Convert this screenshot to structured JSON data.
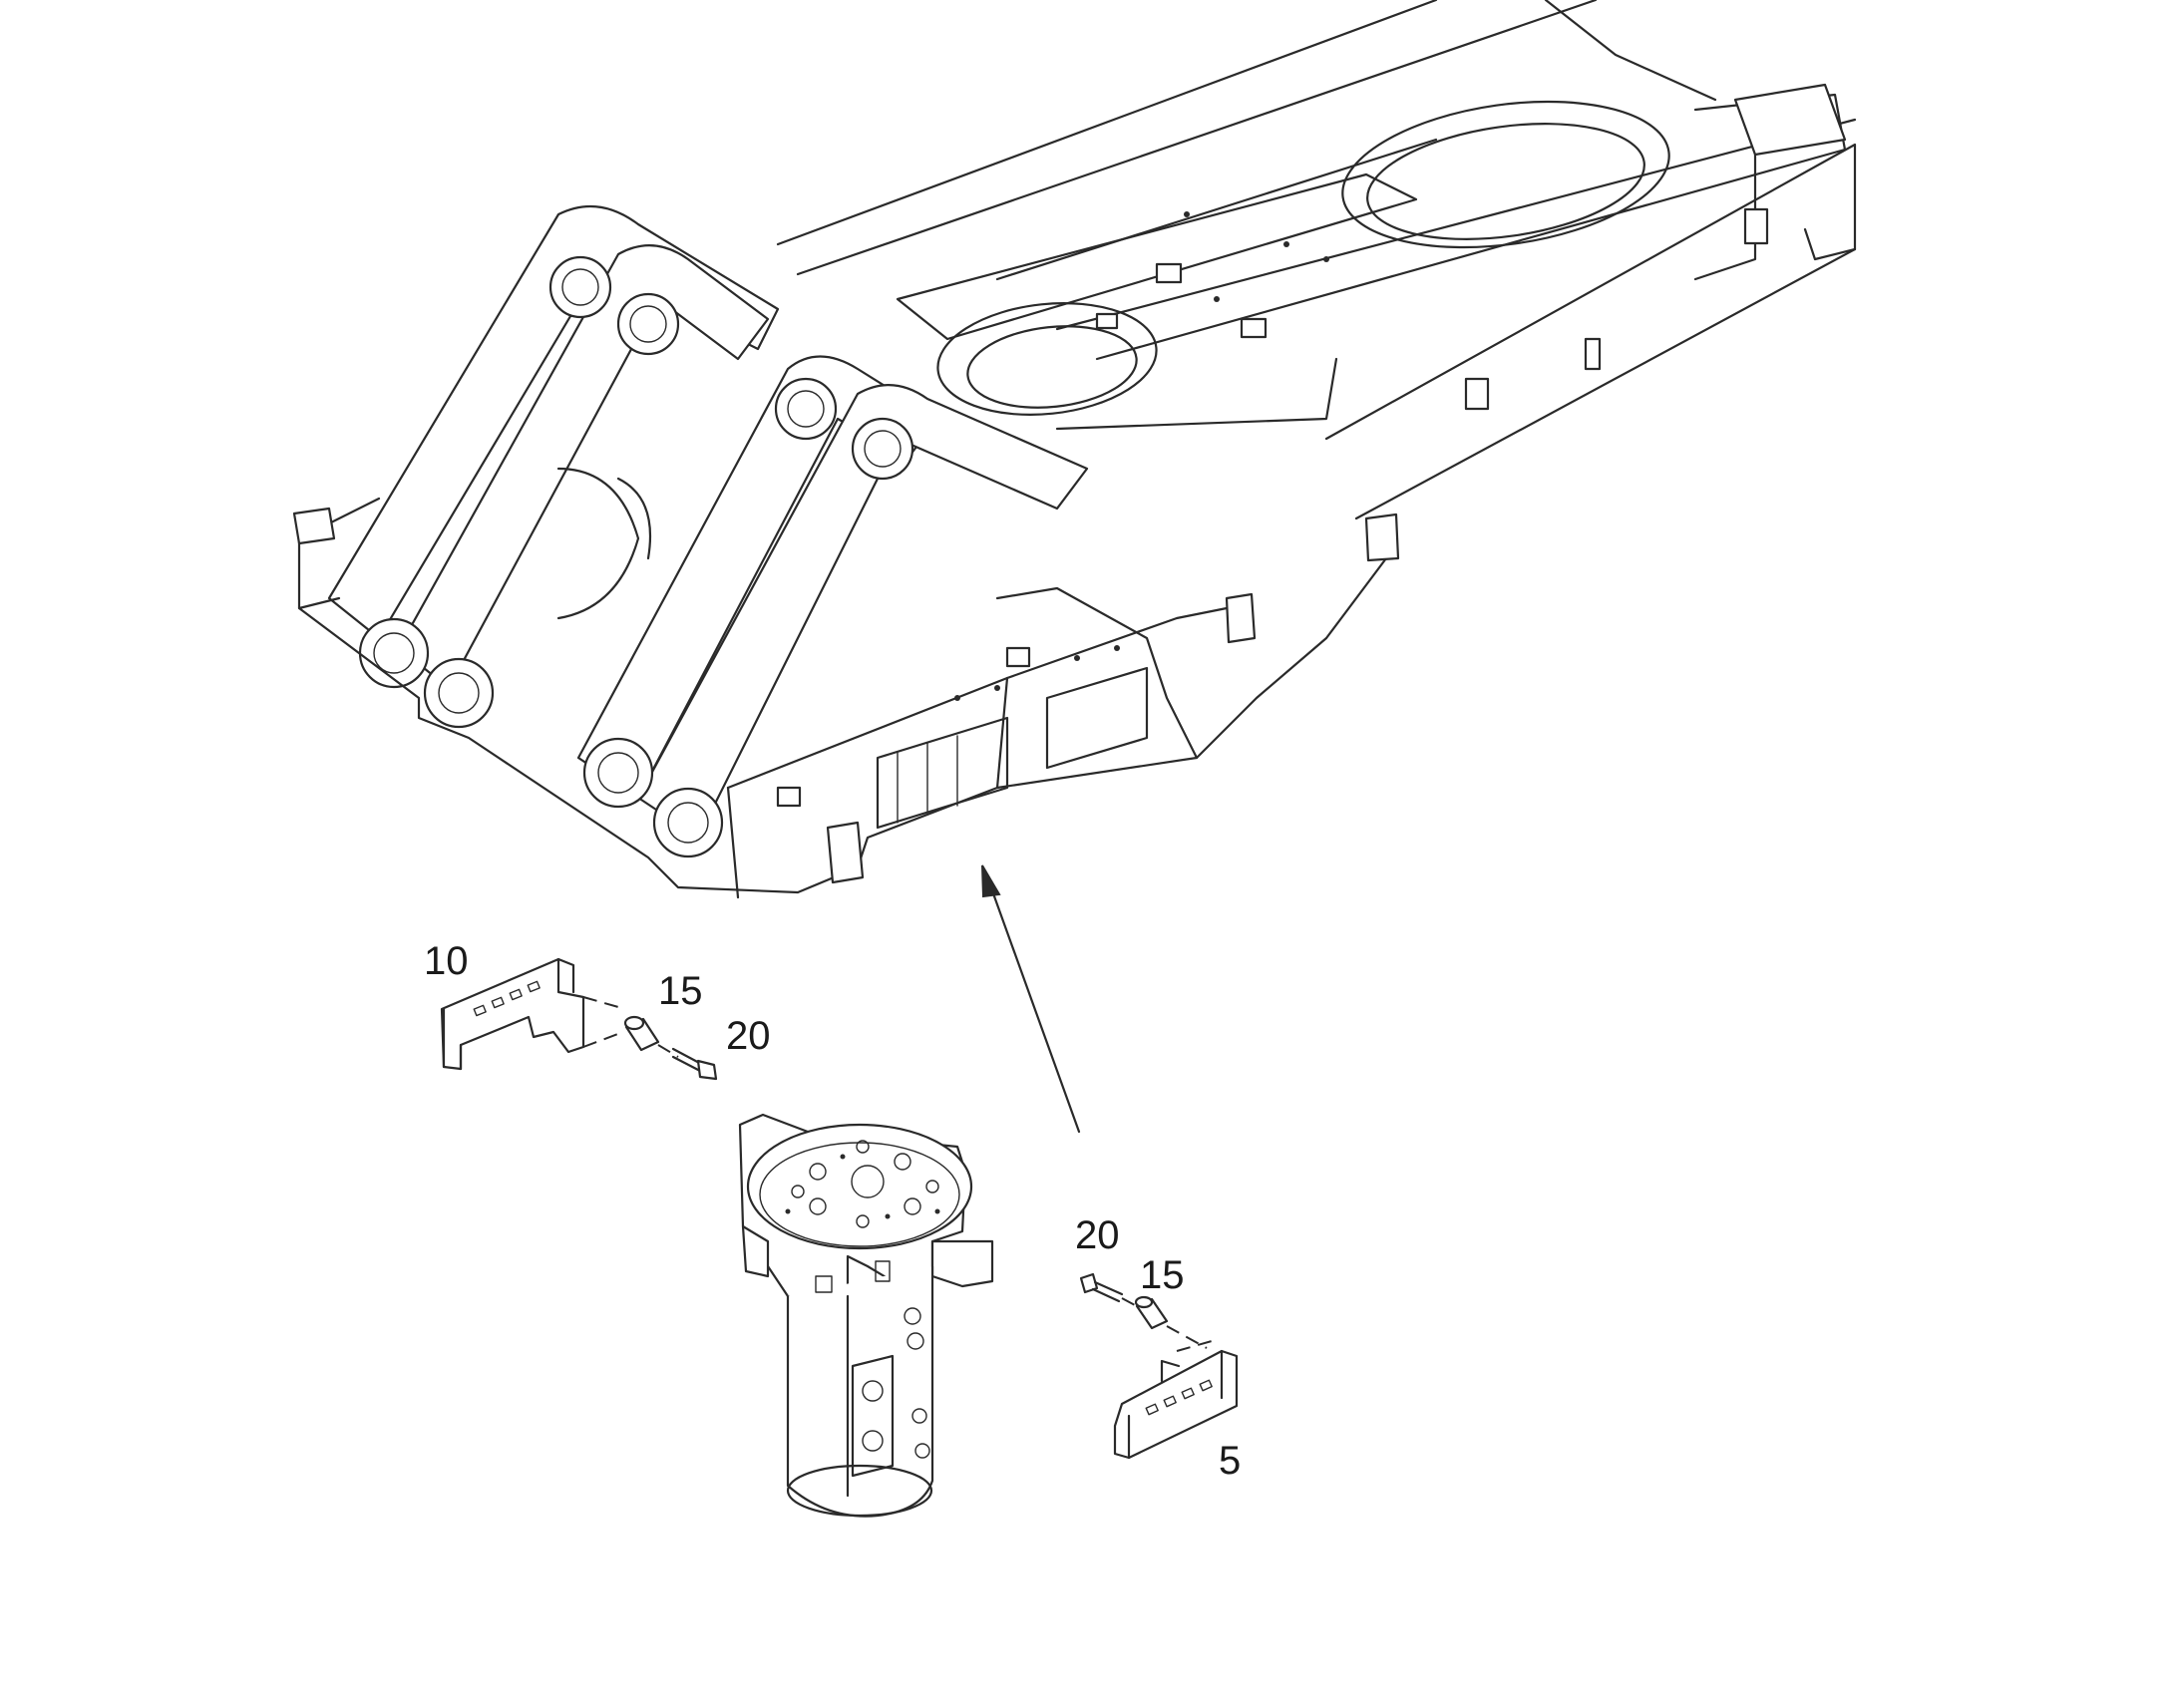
{
  "callouts": {
    "bracket_left": "10",
    "spacer_left": "15",
    "bolt_left": "20",
    "bolt_right": "20",
    "spacer_right": "15",
    "bracket_right": "5"
  },
  "colors": {
    "line": "#2a2a2a",
    "background": "#ffffff"
  }
}
